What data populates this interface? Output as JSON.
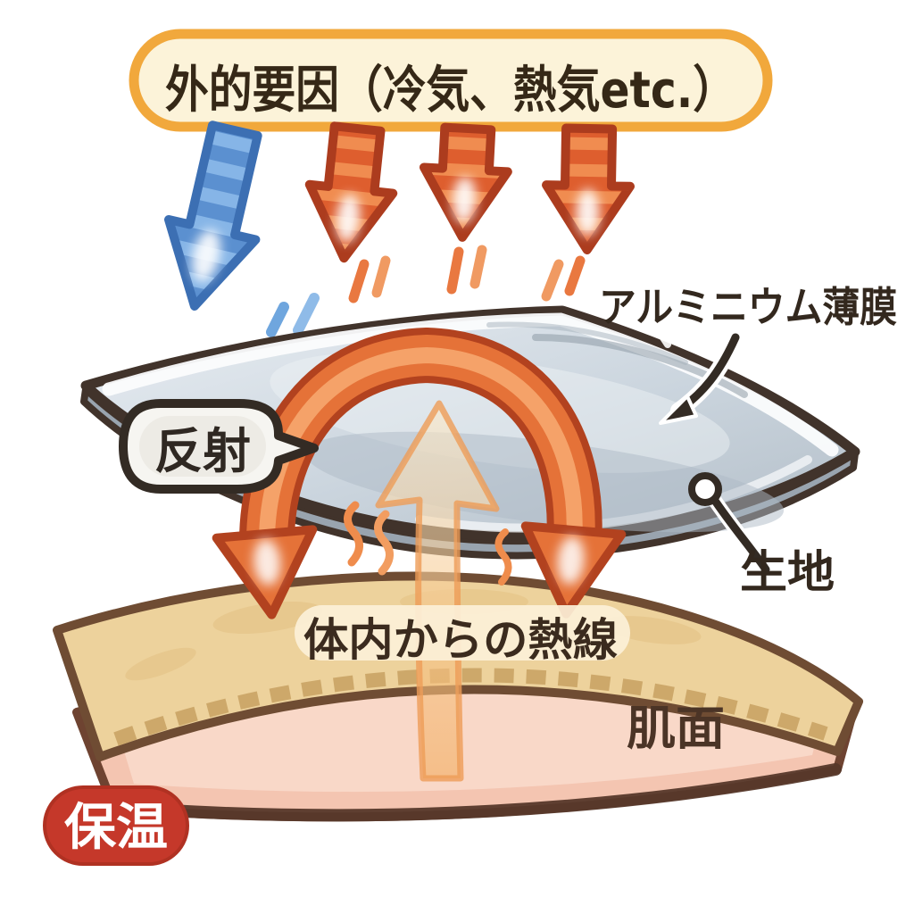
{
  "labels": {
    "external_factors": "外的要因（冷気、熱気etc.）",
    "aluminum_film": "アルミニウム薄膜",
    "reflection": "反射",
    "body_heat": "体内からの熱線",
    "fabric": "生地",
    "skin_side": "肌面",
    "heat_retention": "保温"
  },
  "icons": {
    "cold_air_arrow": "blue-striped-down-arrow",
    "heat_arrow": "orange-striped-down-arrow",
    "reflection_arch": "orange-arch-double-down-arrow",
    "body_heat_arrow": "translucent-cream-up-arrow",
    "film_pointer": "curved-black-arrow",
    "fabric_pointer": "circle-marker-callout",
    "heat_waves": "orange-squiggles"
  },
  "colors": {
    "banner_fill": "#FCF3D9",
    "banner_border": "#F1A83C",
    "cold_blue": "#5B90D0",
    "heat_orange": "#DE5E2E",
    "arch_orange": "#E57238",
    "film_silver": "#C9D3DC",
    "outline_dark": "#41332B",
    "fabric_tan": "#EDD29C",
    "skin_pink": "#F4C5B1",
    "badge_red": "#C5382A",
    "cream_arrow": "#F7DCAC",
    "text_dark": "#352A1E"
  }
}
